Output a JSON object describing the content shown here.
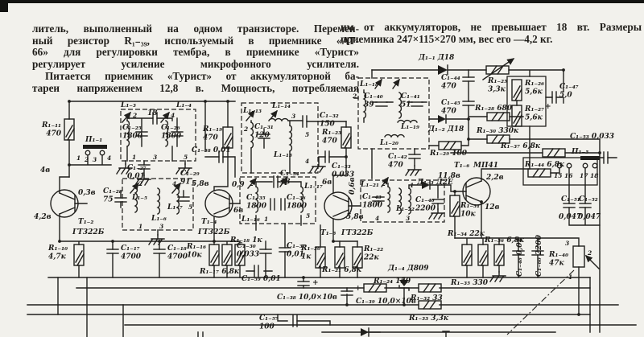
{
  "page": {
    "columns": {
      "left": [
        "литель, выполненный на одном транзисторе. Перемен-",
        "ный резистор R₁₋₃₉, используемый в приемнике «АТ-",
        "66» для регулировки тембра, в приемнике «Турист»",
        "регулирует усиление микрофонного усилителя.",
        "Питается приемник «Турист» от аккумуляторной ба-",
        "тареи напряжением 12,8 в. Мощность, потребляемая"
      ],
      "right": [
        "им от аккумуляторов, не превышает 18 вт. Размеры",
        "приемника 247×115×270 мм, вес его —4,2 кг."
      ]
    }
  },
  "colors": {
    "ink": "#201f1c",
    "paper": "#f2f1ec"
  },
  "sch": {
    "pins": {
      "1": "1",
      "2": "2",
      "3": "3",
      "4": "4",
      "5": "5",
      "15": "15",
      "16": "16",
      "17": "17",
      "18": "18"
    },
    "misc": {
      "plus": "+",
      "cap18": "18"
    },
    "switches": {
      "p1_1": "П₁₋₁",
      "p1_5": "П₁₋₅"
    },
    "transistors": {
      "t1_2": {
        "ref": "Т₁₋₂",
        "type": "ГТ322Б",
        "v1": "4в",
        "v2": "0,3в",
        "v3": "4,2в"
      },
      "t1_4": {
        "ref": "Т₁₋₄",
        "type": "ГТ322Б",
        "v1": "5,8в",
        "v2": "0,9",
        "v3": "6в"
      },
      "t1_5": {
        "ref": "Т₁₋₅",
        "type": "ГТ322Б",
        "v1": "6в",
        "v2": "0,6в",
        "v3": "5,8в"
      },
      "t1_6": {
        "ref": "Т₁₋₆",
        "type": "МП41",
        "v1": "11,8в",
        "v2": "2,2в",
        "v3": "12в"
      }
    },
    "diodes": {
      "d1_1": "Д₁₋₁ Д18",
      "d1_2": "Д₁₋₂ Д18",
      "d1_3": "Д₁₋₃ Д2Е",
      "d1_4": "Д₁₋₄ Д809"
    },
    "resistors": {
      "r1_10": "R₁₋₁₀\n4,7к",
      "r1_11": "R₁₋₁₁\n470",
      "r1_16": "R₁₋₁₆\n10к",
      "r1_17": "R₁₋₁₇ 6,8к",
      "r1_18": "R₁₋₁₈ 1к",
      "r1_19": "R₁₋₁₉\n470",
      "r1_20": "R₁₋₂₀\n1к",
      "r1_21": "R₁₋₂₁ 6,8к",
      "r1_22": "R₁₋₂₂\n22к",
      "r1_23": "R₁₋₂₃\n470",
      "r1_24": "R₁₋₂₄ 150",
      "r1_25": "R₁₋₂₅\n3,3к",
      "r1_26": "R₁₋₂₆\n5,6к",
      "r1_27": "R₁₋₂₇\n5,6к",
      "r1_28": "R₁₋₂₈ 680",
      "r1_29": "R₁₋₂₉ 100",
      "r1_30": "R₁₋₃₀ 330к",
      "r1_31": "R₁₋₃₁\n10к",
      "r1_32": "R₁₋₃₂ 33",
      "r1_33": "R₁₋₃₃ 3,3к",
      "r1_34": "R₁₋₃₄ 22к",
      "r1_35": "R₁₋₃₅ 330",
      "r1_36": "R₁₋₃₆ 6,8к",
      "r1_37": "R₁₋₃₇ 6,8к",
      "r1_40": "R₁₋₄₀\n47к",
      "r1_44": "R₁₋₄₄ 6,8к"
    },
    "capacitors": {
      "c1_17": "C₁₋₁₇\n4700",
      "c1_18": "C₁₋₁₈\n4700",
      "c1_25": "C₁₋₂₅\n1800",
      "c1_26": "C₁₋₂₆\n1800",
      "c1_27": "C₁₋₂₇\n0,01",
      "c1_28": "C₁₋₂₈\n75",
      "c1_29": "C₁₋₂₉\n91",
      "c1_30": "C₁₋₃₀\n0,033",
      "c1_31": "C₁₋₃₁\n120",
      "c1_32": "C₁₋₃₂\n150",
      "c1_33": "C₁₋₃₃\n0,033",
      "c1_34": "C₁₋₃₄\n18",
      "c1_35": "C₁₋₃₅\n1800",
      "c1_36": "C₁₋₃₆\n1800",
      "c1_37": "C₁₋₃₇\n0,01",
      "c1_38": "C₁₋₃₈ 10,0×10в",
      "c1_39": "C₁₋₃₉ 10,0×10в",
      "c1_40": "C₁₋₄₀\n39",
      "c1_41": "C₁₋₄₁\n51",
      "c1_42": "C₁₋₄₂\n470",
      "c1_43": "C₁₋₄₃\n1800",
      "c1_44": "C₁₋₄₄\n470",
      "c1_45": "C₁₋₄₅\n470",
      "c1_46": "C₁₋₄₆\n2200",
      "c1_47": "C₁₋₄₇\n5,0",
      "c1_48": "C₁₋₄₈ 0,01",
      "c1_51": "C₁₋₅₁",
      "c1_51v": "0,047",
      "c1_52": "C₁₋₅₂",
      "c1_52v": "0,047",
      "c1_53": "C₁₋₅₃ 0,033",
      "c1_57": "C₁₋₅₇\n100",
      "c1_58": "C₁₋₅₈ 0,01",
      "c1_59": "C₁₋₅₉ 0,01",
      "c1_60": "C₁₋₆₀ 2200"
    },
    "coils": {
      "l1_3": "L₁₋₃",
      "l1_4": "L₁₋₄",
      "l1_5": "L₁₋₅",
      "l1_6": "L₁₋₆",
      "l1_7": "L₁₋₇",
      "l1_13": "L₁₋₁₃",
      "l1_14": "L₁₋₁₄",
      "l1_15": "L₁₋₁₅",
      "l1_16": "L₁₋₁₆",
      "l1_17": "L₁₋₁₇",
      "l1_18": "L₁₋₁₈",
      "l1_19": "L₁₋₁₉",
      "l1_20": "L₁₋₂₀",
      "l1_21": "L₁₋₂₁",
      "l1_22": "L₁₋₂₂"
    }
  }
}
